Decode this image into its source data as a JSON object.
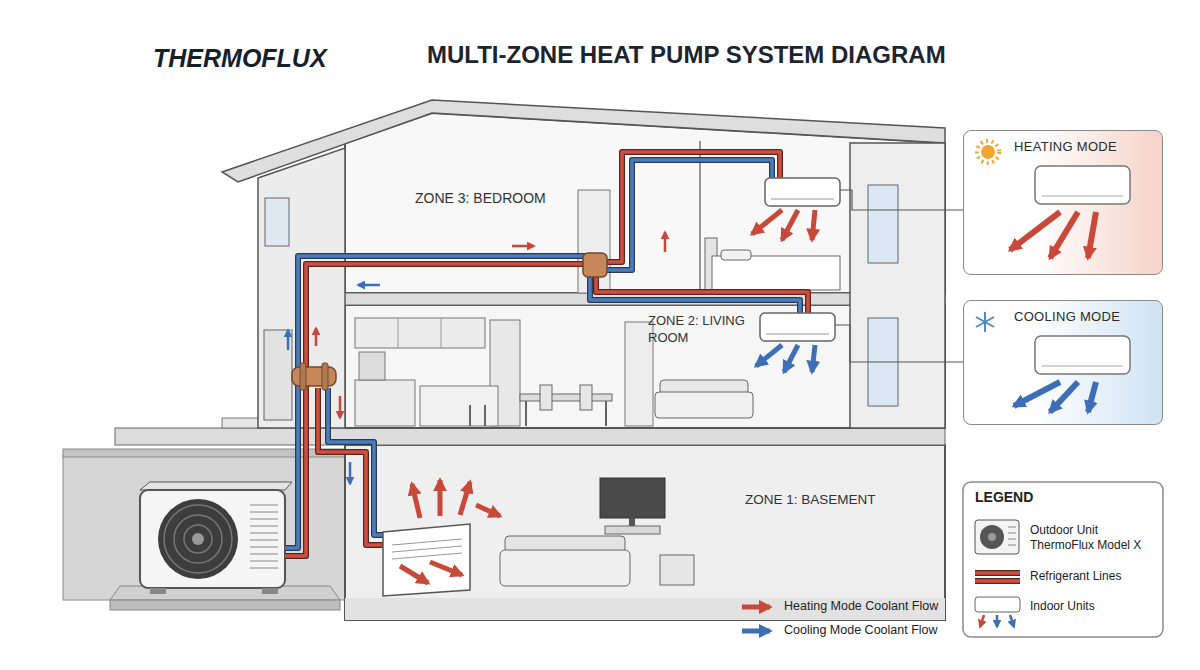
{
  "diagram": {
    "title": "MULTI-ZONE HEAT PUMP SYSTEM DIAGRAM",
    "nodes": [
      {
        "text": [
          "HEATING MODE"
        ]
      },
      {
        "text": [
          "COOLING MODE"
        ]
      }
    ],
    "labels": [
      "THERMOFLUX",
      "ZONE 3: BEDROOM",
      "ZONE 2: LIVING ROOM",
      "ZONE 1: BASEMENT",
      "LEGEND"
    ],
    "legend": [
      {
        "text": "Outdoor Unit ThermoFlux Model X"
      },
      {
        "text": "Refrigerant Lines"
      },
      {
        "text": "Indoor Units"
      },
      {
        "text": "Heating Mode Coolant Flow"
      },
      {
        "text": "Cooling Mode Coolant Flow"
      }
    ]
  }
}
